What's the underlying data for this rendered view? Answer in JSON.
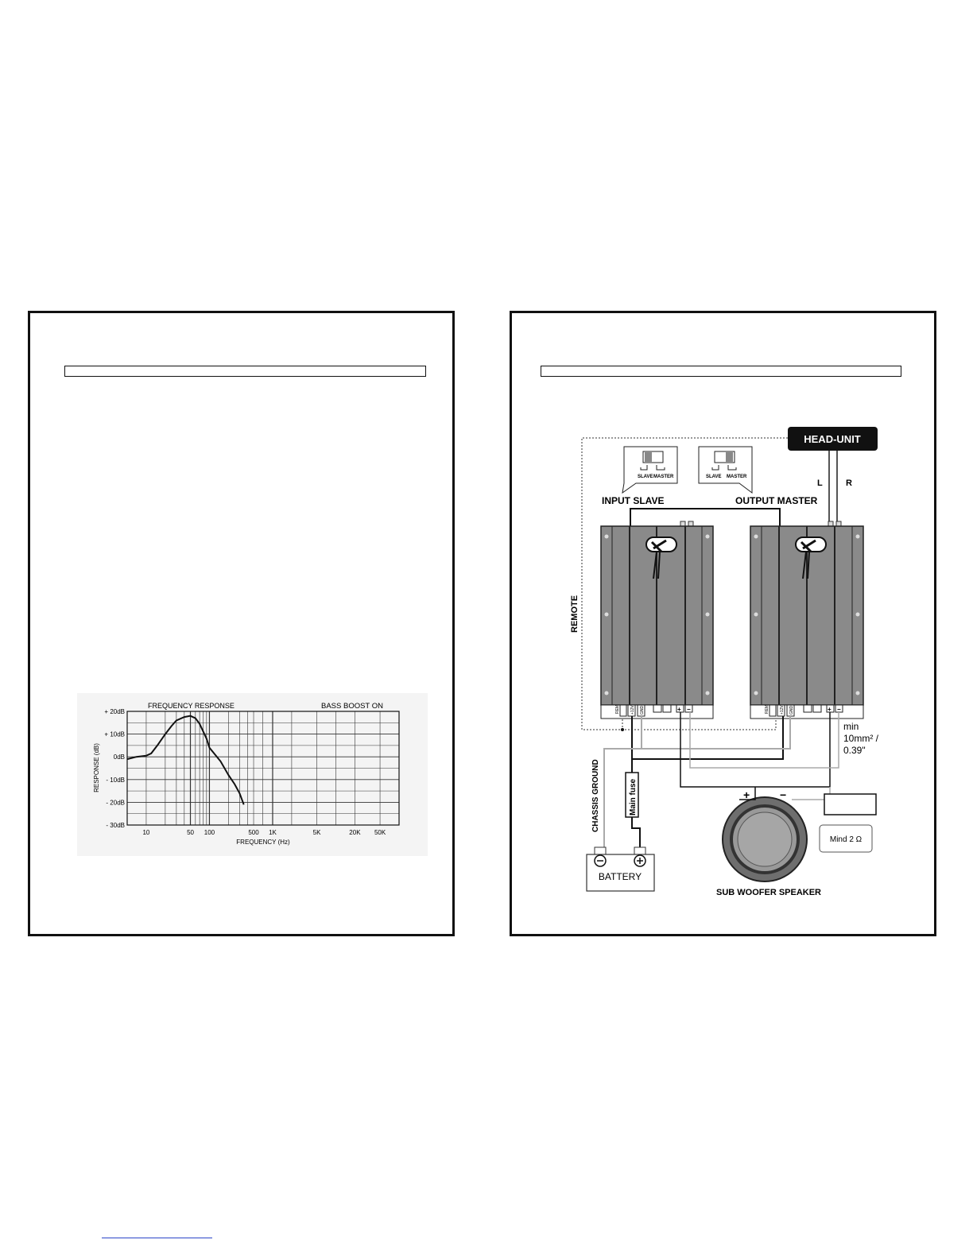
{
  "chart_data": {
    "type": "line",
    "title": "FREQUENCY RESPONSE",
    "subtitle": "BASS BOOST ON",
    "xlabel": "FREQUENCY (Hz)",
    "ylabel": "RESPONSE (dB)",
    "x_scale": "log",
    "grid": true,
    "x_ticks": [
      "10",
      "50",
      "100",
      "500",
      "1K",
      "5K",
      "20K",
      "50K"
    ],
    "y_ticks": [
      "+ 20dB",
      "+ 10dB",
      "0dB",
      "- 10dB",
      "- 20dB",
      "- 30dB"
    ],
    "ylim": [
      -30,
      20
    ],
    "series": [
      {
        "x": [
          5,
          7,
          10,
          12,
          15,
          20,
          25,
          30,
          40,
          50,
          60,
          70,
          90,
          100,
          150,
          200,
          250,
          300,
          350
        ],
        "y": [
          -1,
          0,
          0.5,
          1.5,
          5,
          10,
          13.5,
          16,
          17.5,
          18,
          17,
          14.5,
          8,
          4,
          -2,
          -8,
          -12,
          -16,
          -21
        ]
      }
    ]
  },
  "wiring": {
    "head_unit": "HEAD-UNIT",
    "left": "L",
    "right": "R",
    "switch_slave": "SLAVE",
    "switch_master": "MASTER",
    "input_slave": "INPUT SLAVE",
    "output_master": "OUTPUT MASTER",
    "remote": "REMOTE",
    "term_rem": "REM",
    "term_12v": "+12V",
    "term_gnd": "GND",
    "plus": "+",
    "minus": "−",
    "wire_min": "min",
    "wire_size": "10mm² /",
    "wire_inch": "0.39\"",
    "chassis_ground": "CHASSIS GROUND",
    "main_fuse": "Main fuse",
    "battery": "BATTERY",
    "speaker": "SUB WOOFER SPEAKER",
    "impedance": "Mind 2 Ω"
  }
}
